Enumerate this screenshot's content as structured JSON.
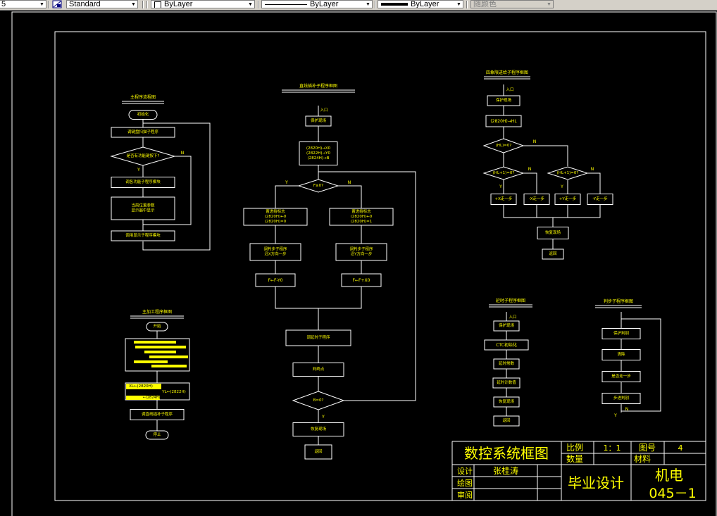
{
  "toolbar": {
    "textstyle_fragment": "5",
    "dimstyle_value": "Standard",
    "layer_value": "ByLayer",
    "linetype_value": "ByLayer",
    "lineweight_value": "ByLayer",
    "plotstyle_value": "随颜色"
  },
  "colors": {
    "background": "#000000",
    "lines": "#ffffff",
    "text": "#ffff00",
    "border": "#ffffff"
  },
  "drawing": {
    "main_flow": {
      "title": "主程序流程图",
      "nodes": [
        "初始化",
        "调键盘扫描子程序",
        "是否有功能键按下?",
        "调各功能子程序模块",
        "当前位置参数\n显示器中显示",
        "调用显示子程序模块"
      ],
      "labels": {
        "yes": "Y",
        "no": "N"
      }
    },
    "interp_flow": {
      "title": "直线插补子程序框图",
      "nodes": [
        "入口",
        "保护现场",
        "(2820H)→X0\n(2822H)→Y0\n(2824H)→B",
        "F≥0?",
        "置进给标志\n(2820H)←0\n(2820H)=0",
        "置进给标志\n(2820H)←0\n(2820H)=1",
        "调判步子程序\n沿X方向一步",
        "调判步子程序\n沿Y方向一步",
        "F←F-Y0",
        "F←F+X0",
        "调延时子程序",
        "判终点",
        "B=0?",
        "恢复现场",
        "返回"
      ],
      "labels": {
        "yes": "Y",
        "no": "N"
      }
    },
    "quadrant_flow": {
      "title": "四象限进给子程序框图",
      "nodes": [
        "入口",
        "保护现场",
        "(2820H)→HL",
        "(HL)=0?",
        "(HL+1)=0?",
        "(HL+1)=0?",
        "+X走一步",
        "-X走一步",
        "+Y走一步",
        "-Y走一步",
        "恢复现场",
        "返回"
      ],
      "labels": {
        "yes": "Y",
        "no": "N"
      }
    },
    "machining_flow": {
      "title": "主加工程序框图",
      "nodes": [
        "开始",
        "置X、Y计数器初值\n置加工标志\n读入\n数据送存储单元\n调用子程序\n设初值",
        "XL←(2820H)\nYL←(2822H)\n←(2824H)",
        "调直线插补子程序",
        "停止"
      ],
      "cmd_left": "XL←(2820H)",
      "cmd_right": "YL←(2822H)",
      "cmd_b": "←(2824H)"
    },
    "delay_flow": {
      "title": "延时子程序框图",
      "nodes": [
        "入口",
        "保护现场",
        "CTC初始化",
        "延时常数",
        "延时计数值",
        "恢复现场",
        "返回"
      ]
    },
    "judge_flow": {
      "title": "判步子程序框图",
      "nodes": [
        "保护判别",
        "清除",
        "是否走一步",
        "步进判别"
      ],
      "labels": {
        "yes": "Y",
        "no": "N"
      }
    },
    "title_block": {
      "drawing_title": "数控系统框图",
      "scale_label": "比例",
      "scale_value": "1：1",
      "sheet_label": "图号",
      "sheet_value": "4",
      "qty_label": "数量",
      "material_label": "材料",
      "design_label": "设计",
      "designer": "张桂涛",
      "draw_label": "绘图",
      "review_label": "审阅",
      "project": "毕业设计",
      "dept": "机电",
      "code": "045－1"
    }
  }
}
